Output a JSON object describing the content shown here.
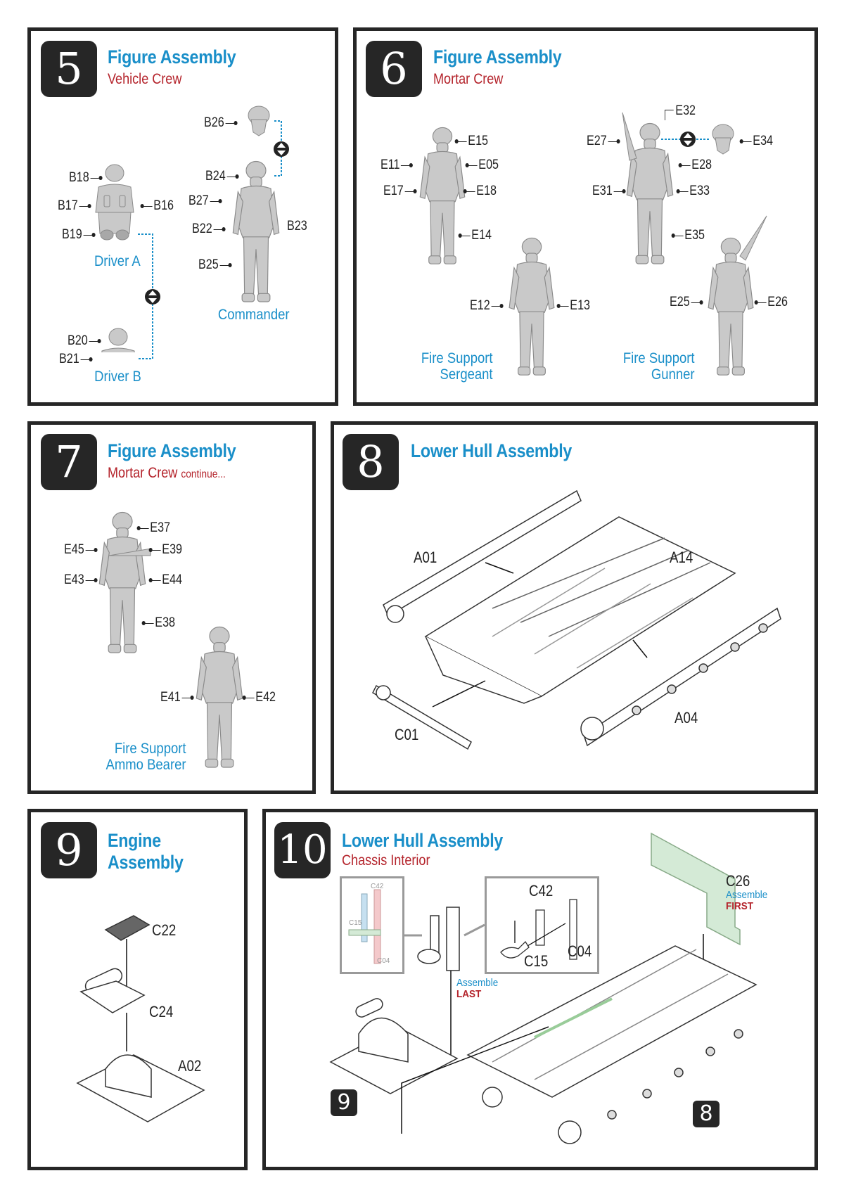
{
  "colors": {
    "title": "#1a8fc9",
    "subtitle": "#b4232b",
    "border": "#262626",
    "highlight_green": "#d4ead6",
    "highlight_blue": "#c6e0f0",
    "highlight_pink": "#f4c9cb"
  },
  "steps": [
    {
      "number": "5",
      "title": "Figure Assembly",
      "subtitle": "Vehicle Crew",
      "figures": [
        "Driver A",
        "Commander",
        "Driver B"
      ],
      "parts": [
        "B26",
        "B18",
        "B17",
        "B16",
        "B19",
        "B24",
        "B27",
        "B22",
        "B23",
        "B25",
        "B20",
        "B21"
      ]
    },
    {
      "number": "6",
      "title": "Figure Assembly",
      "subtitle": "Mortar Crew",
      "figures": [
        [
          "Fire Support",
          "Sergeant"
        ],
        [
          "Fire Support",
          "Gunner"
        ]
      ],
      "parts": [
        "E15",
        "E11",
        "E05",
        "E17",
        "E18",
        "E14",
        "E12",
        "E13",
        "E32",
        "E27",
        "E34",
        "E28",
        "E31",
        "E33",
        "E35",
        "E25",
        "E26"
      ]
    },
    {
      "number": "7",
      "title": "Figure Assembly",
      "subtitle": "Mortar Crew",
      "subtitle_suffix": "continue...",
      "figures": [
        [
          "Fire Support",
          "Ammo Bearer"
        ]
      ],
      "parts": [
        "E37",
        "E45",
        "E39",
        "E43",
        "E44",
        "E38",
        "E41",
        "E42"
      ]
    },
    {
      "number": "8",
      "title": "Lower Hull Assembly",
      "parts": [
        "A01",
        "A14",
        "C01",
        "A04"
      ]
    },
    {
      "number": "9",
      "title": [
        "Engine",
        "Assembly"
      ],
      "parts": [
        "C22",
        "C24",
        "A02"
      ]
    },
    {
      "number": "10",
      "title": "Lower Hull Assembly",
      "subtitle": "Chassis Interior",
      "inset_diagram_labels": [
        "C42",
        "C15",
        "C04"
      ],
      "parts": [
        "C42",
        "C15",
        "C04",
        "C26"
      ],
      "notes": {
        "last": [
          "Assemble",
          "LAST"
        ],
        "first": [
          "Assemble",
          "FIRST"
        ]
      },
      "references": [
        "9",
        "8"
      ]
    }
  ]
}
